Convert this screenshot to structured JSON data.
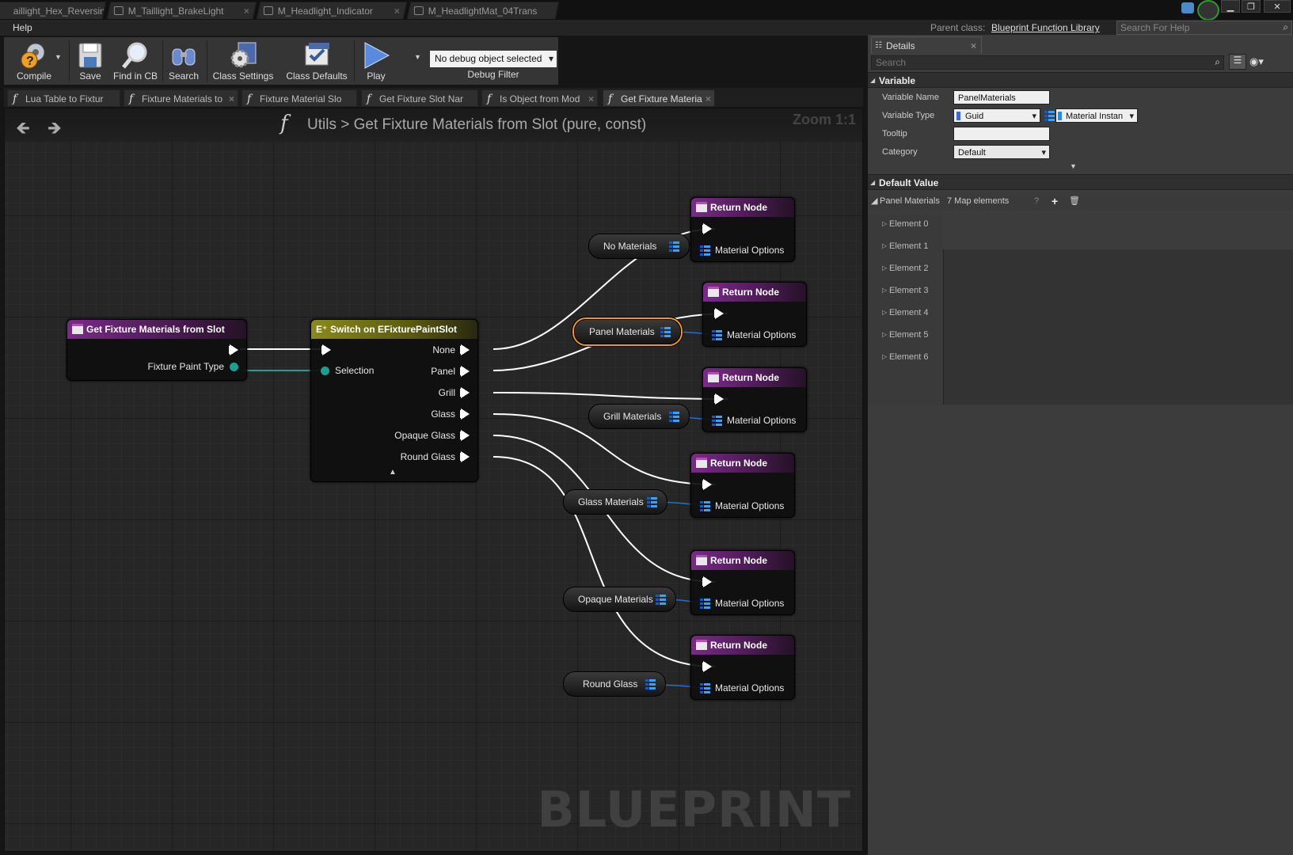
{
  "window": {
    "doc_tabs": [
      "aillight_Hex_Reversing",
      "M_Taillight_BrakeLight",
      "M_Headlight_Indicator",
      "M_HeadlightMat_04Trans"
    ]
  },
  "menu": {
    "help": "Help",
    "parent_class_label": "Parent class:",
    "parent_class_value": "Blueprint Function Library",
    "search_help_placeholder": "Search For Help"
  },
  "toolbar": {
    "compile": "Compile",
    "save": "Save",
    "find_in_cb": "Find in CB",
    "search": "Search",
    "class_settings": "Class Settings",
    "class_defaults": "Class Defaults",
    "play": "Play",
    "debug_object": "No debug object selected",
    "debug_filter": "Debug Filter"
  },
  "graph_tabs": [
    "Lua Table to Fixtur",
    "Fixture Materials to",
    "Fixture Material Slo",
    "Get Fixture Slot Nar",
    "Is Object from Mod",
    "Get Fixture Materia"
  ],
  "graph": {
    "breadcrumb_root": "Utils",
    "breadcrumb_sep": ">",
    "breadcrumb_title": "Get Fixture Materials from Slot (pure, const)",
    "zoom": "Zoom 1:1",
    "watermark": "BLUEPRINT",
    "entry_node": {
      "title": "Get Fixture Materials from Slot",
      "param": "Fixture Paint Type"
    },
    "switch_node": {
      "title": "Switch on EFixturePaintSlot",
      "input": "Selection",
      "outputs": [
        "None",
        "Panel",
        "Grill",
        "Glass",
        "Opaque Glass",
        "Round Glass"
      ]
    },
    "return_title": "Return Node",
    "return_pin": "Material Options",
    "variables": [
      "No Materials",
      "Panel Materials",
      "Grill Materials",
      "Glass Materials",
      "Opaque Materials",
      "Round Glass"
    ]
  },
  "details": {
    "tab": "Details",
    "search_placeholder": "Search",
    "section_variable": "Variable",
    "variable_name_label": "Variable Name",
    "variable_name": "PanelMaterials",
    "variable_type_label": "Variable Type",
    "variable_type_key": "Guid",
    "variable_type_value": "Material Instan",
    "tooltip_label": "Tooltip",
    "category_label": "Category",
    "category": "Default",
    "section_default": "Default Value",
    "panel_materials_label": "Panel Materials",
    "map_count": "7 Map elements",
    "elements": [
      "Element 0",
      "Element 1",
      "Element 2",
      "Element 3",
      "Element 4",
      "Element 5",
      "Element 6"
    ]
  },
  "colors": {
    "function_header": "#7a2a88",
    "switch_header": "#8a8a18",
    "selection_outline": "#f09a1c",
    "enum_pin": "#1aa091",
    "array_pin": "#3aa0ff"
  }
}
